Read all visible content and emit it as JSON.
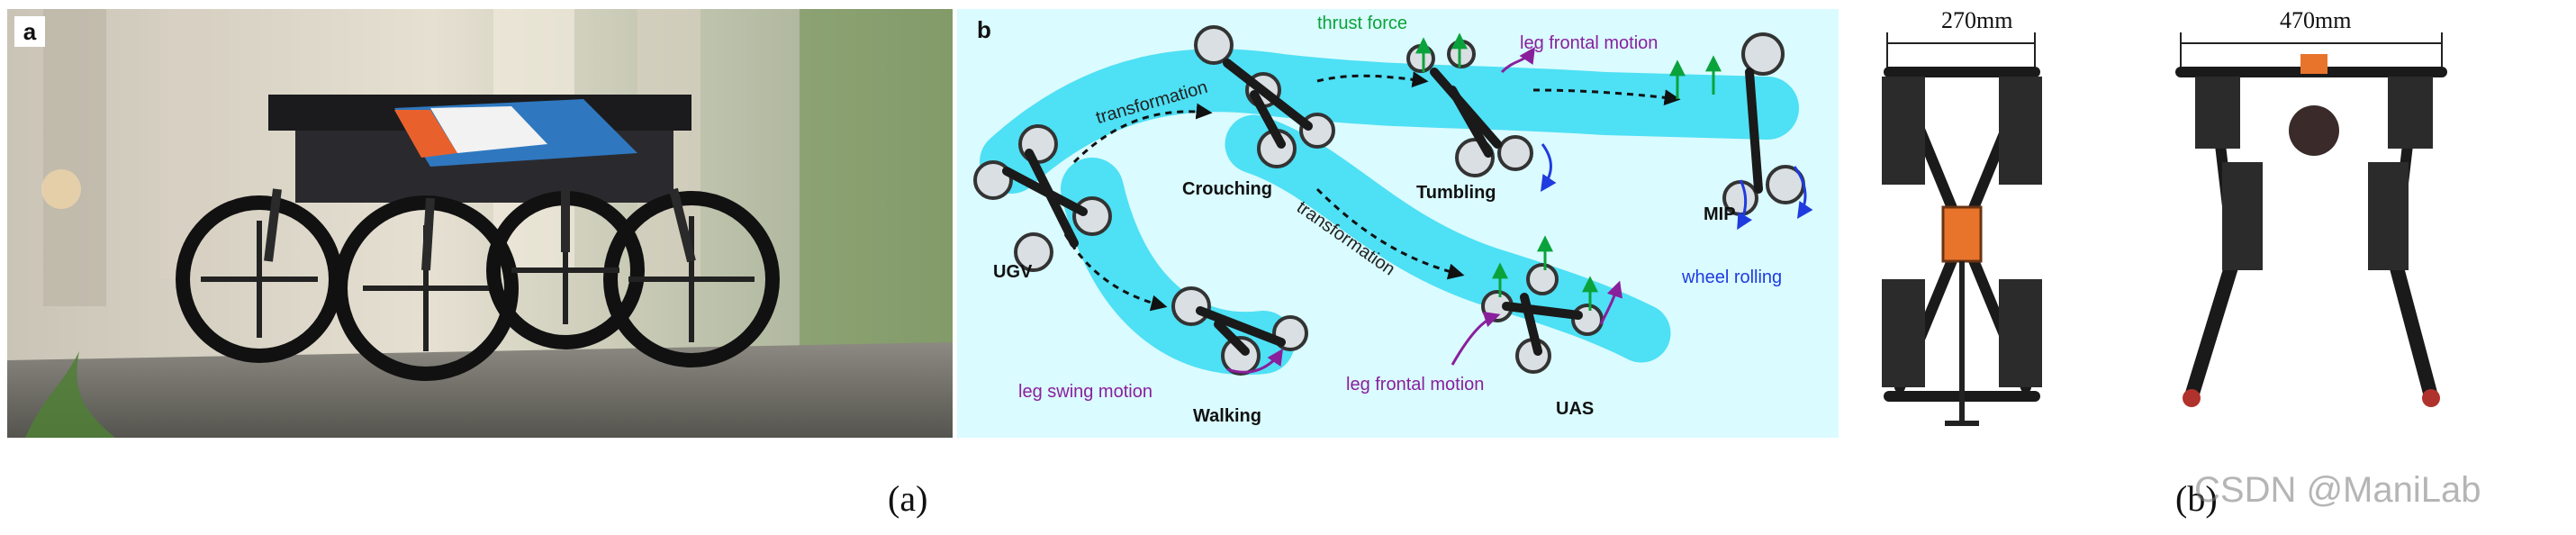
{
  "figure": {
    "panel_a": {
      "letter": "a",
      "description_icon": "transforming-robot-photo"
    },
    "panel_b": {
      "letter": "b",
      "stages": [
        "UGV",
        "Crouching",
        "Tumbling",
        "MIP",
        "Walking",
        "UAS"
      ],
      "annotations": {
        "thrust_force": "thrust force",
        "leg_frontal_motion_top": "leg frontal motion",
        "leg_frontal_motion_bottom": "leg frontal motion",
        "leg_swing_motion": "leg swing motion",
        "wheel_rolling": "wheel rolling",
        "transformation_1": "transformation",
        "transformation_2": "transformation"
      }
    },
    "panel_c": {
      "dim_left": "270mm",
      "dim_right": "470mm"
    }
  },
  "captions": {
    "left": "(a)",
    "right": "(b)"
  },
  "watermark": "CSDN @ManiLab",
  "colors": {
    "band": "#4ee0f5",
    "diagram_bg": "#dafbff",
    "purple": "#8a1f9c",
    "green": "#0aa33b",
    "blue": "#1f3be0"
  }
}
